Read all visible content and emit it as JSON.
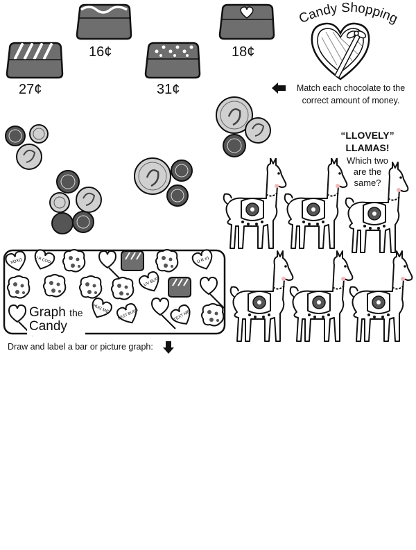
{
  "candy_shopping": {
    "title": "Candy Shopping",
    "instruction_line1": "Match each chocolate to the",
    "instruction_line2": "correct amount of money.",
    "prices": [
      "16¢",
      "18¢",
      "27¢",
      "31¢"
    ]
  },
  "llamas": {
    "heading_line1": "“LLOVELY”",
    "heading_line2": "LLAMAS!",
    "question_line1": "Which two",
    "question_line2": "are the",
    "question_line3": "same?"
  },
  "graph": {
    "label_word1": "Graph",
    "label_word2": "the",
    "label_word3": "Candy",
    "instruction": "Draw and label a bar or picture graph:",
    "heart_texts": [
      "XOXO",
      "U R COOL",
      "LUV BUG",
      "U R #1",
      "HUG ME",
      "BEST BUDS",
      "TEXT ME"
    ]
  },
  "colors": {
    "chocolate": "#6e6e6e",
    "coin_dark": "#555555",
    "coin_light": "#d0d0d0",
    "ink": "#111111"
  }
}
